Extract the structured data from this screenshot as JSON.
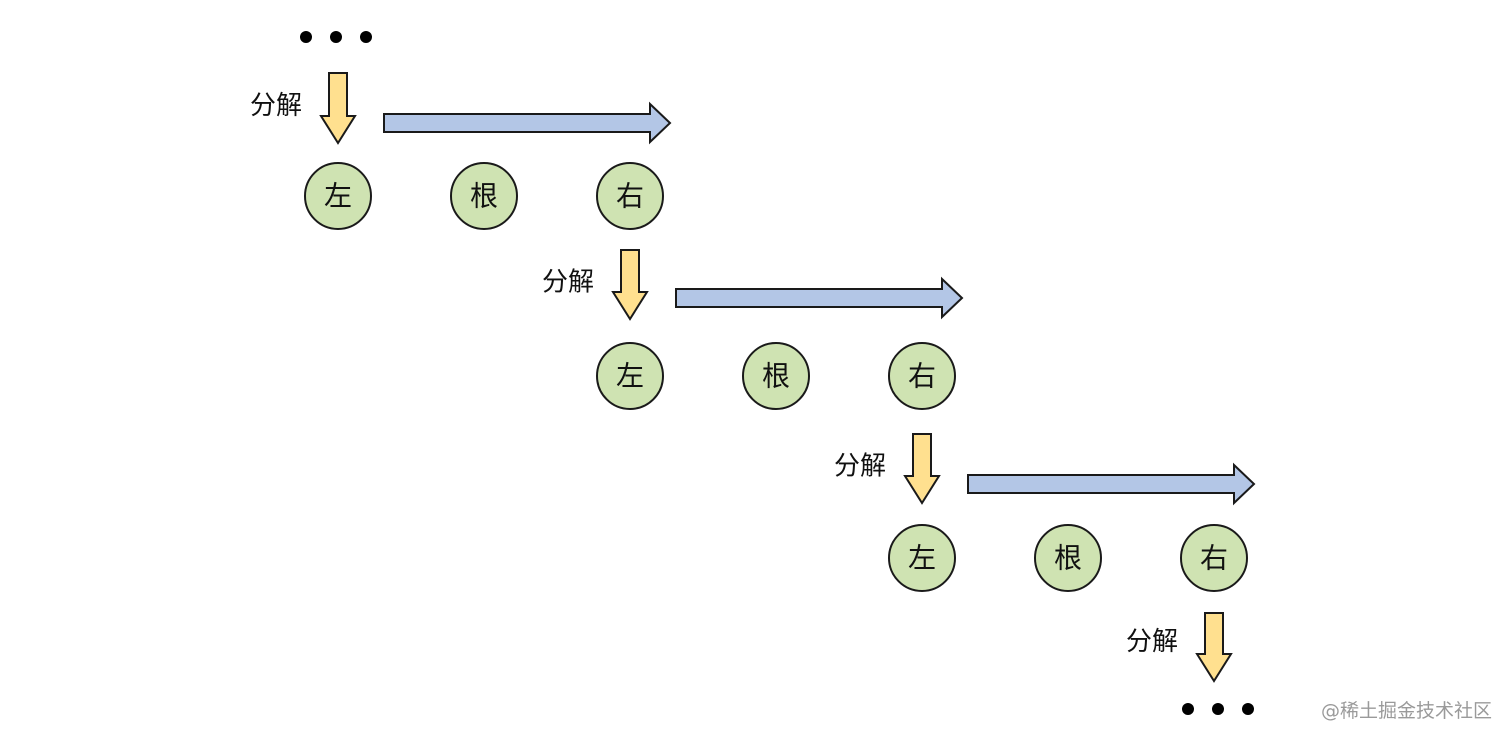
{
  "start_ellipsis": "•••",
  "end_ellipsis": "•••",
  "steps": [
    {
      "decompose_label": "分解",
      "nodes": [
        "左",
        "根",
        "右"
      ]
    },
    {
      "decompose_label": "分解",
      "nodes": [
        "左",
        "根",
        "右"
      ]
    },
    {
      "decompose_label": "分解",
      "nodes": [
        "左",
        "根",
        "右"
      ]
    }
  ],
  "final_decompose_label": "分解",
  "watermark": "@稀土掘金技术社区",
  "colors": {
    "node_fill": "#cfe3b2",
    "node_stroke": "#1a1a1a",
    "down_arrow_fill": "#ffe08f",
    "right_arrow_fill": "#b3c6e6",
    "stroke": "#1a1a1a"
  }
}
